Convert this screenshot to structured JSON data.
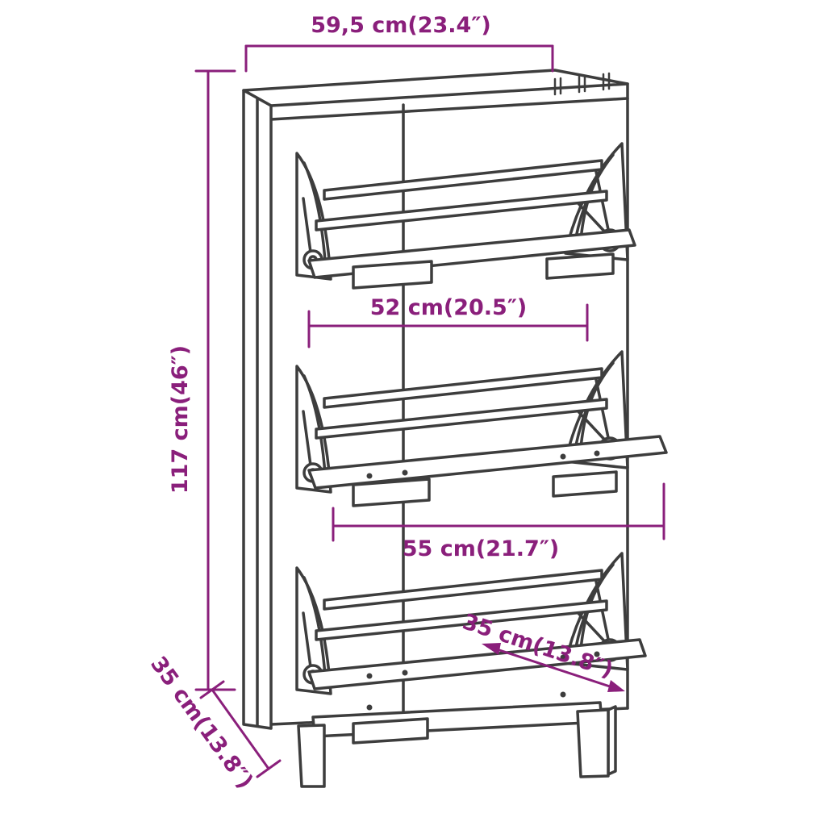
{
  "diagram": {
    "subject": "shoe-cabinet with three fold-out compartments, dimension drawing",
    "colors": {
      "furniture_line": "#3d3d3d",
      "dimension_line": "#8a1f7b",
      "background": "#ffffff"
    },
    "dimensions": {
      "top_width": "59,5 cm(23.4″)",
      "height": "117 cm(46″)",
      "inner_width_upper": "52 cm(20.5″)",
      "inner_width_lower": "55 cm(21.7″)",
      "depth_side": "35 cm(13.8″)",
      "depth_flap": "35 cm(13.8″)"
    }
  }
}
